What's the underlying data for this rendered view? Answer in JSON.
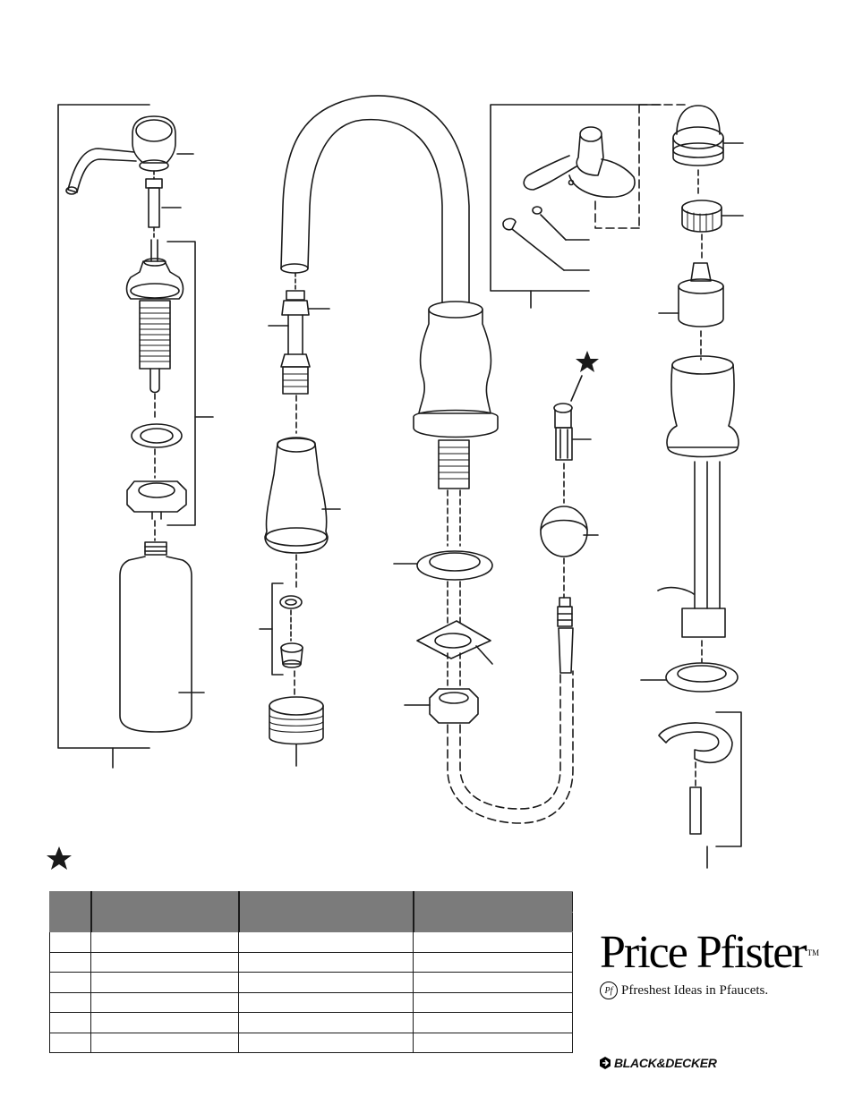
{
  "brand": {
    "name": "Price Pfister",
    "trademark": "TM",
    "tagline_mark": "Pf",
    "tagline": "Pfreshest Ideas in Pfaucets.",
    "parent_brand": "BLACK&DECKER"
  },
  "legend": {
    "star_icon": "star-icon"
  },
  "parts_table": {
    "column_count": 4,
    "header_rows": 2,
    "body_rows": 6
  },
  "colors": {
    "table_header": "#7b7b7b",
    "line": "#1a1a1a"
  }
}
